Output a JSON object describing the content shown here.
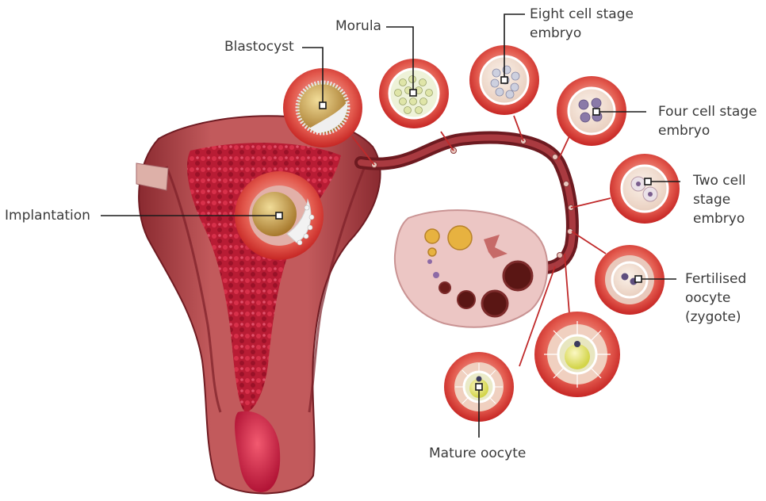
{
  "labels": {
    "blastocyst": "Blastocyst",
    "morula": "Morula",
    "eight_cell_line1": "Eight cell stage",
    "eight_cell_line2": "embryo",
    "four_cell_line1": "Four cell stage",
    "four_cell_line2": "embryo",
    "two_cell_line1": "Two cell",
    "two_cell_line2": "stage",
    "two_cell_line3": "embryo",
    "implantation": "Implantation",
    "fertilised_line1": "Fertilised",
    "fertilised_line2": "oocyte",
    "fertilised_line3": "(zygote)",
    "mature_oocyte": "Mature oocyte"
  },
  "colors": {
    "uterus_wall": "#b5474b",
    "uterus_dark": "#7e1f27",
    "endometrium": "#c4223a",
    "tube": "#8e2a30",
    "ovary": "#ecc6c4",
    "follicle": "#5a1614",
    "circle_rim": "#d8312e",
    "circle_inner": "#f4d6cc",
    "cell_gold": "#c9a14a",
    "cell_purple": "#7a5e8e",
    "leader": "#1a1a1a"
  },
  "stages": [
    "mature-oocyte",
    "ovulated-oocyte",
    "fertilised-oocyte",
    "two-cell",
    "four-cell",
    "eight-cell",
    "morula",
    "blastocyst",
    "implantation"
  ]
}
